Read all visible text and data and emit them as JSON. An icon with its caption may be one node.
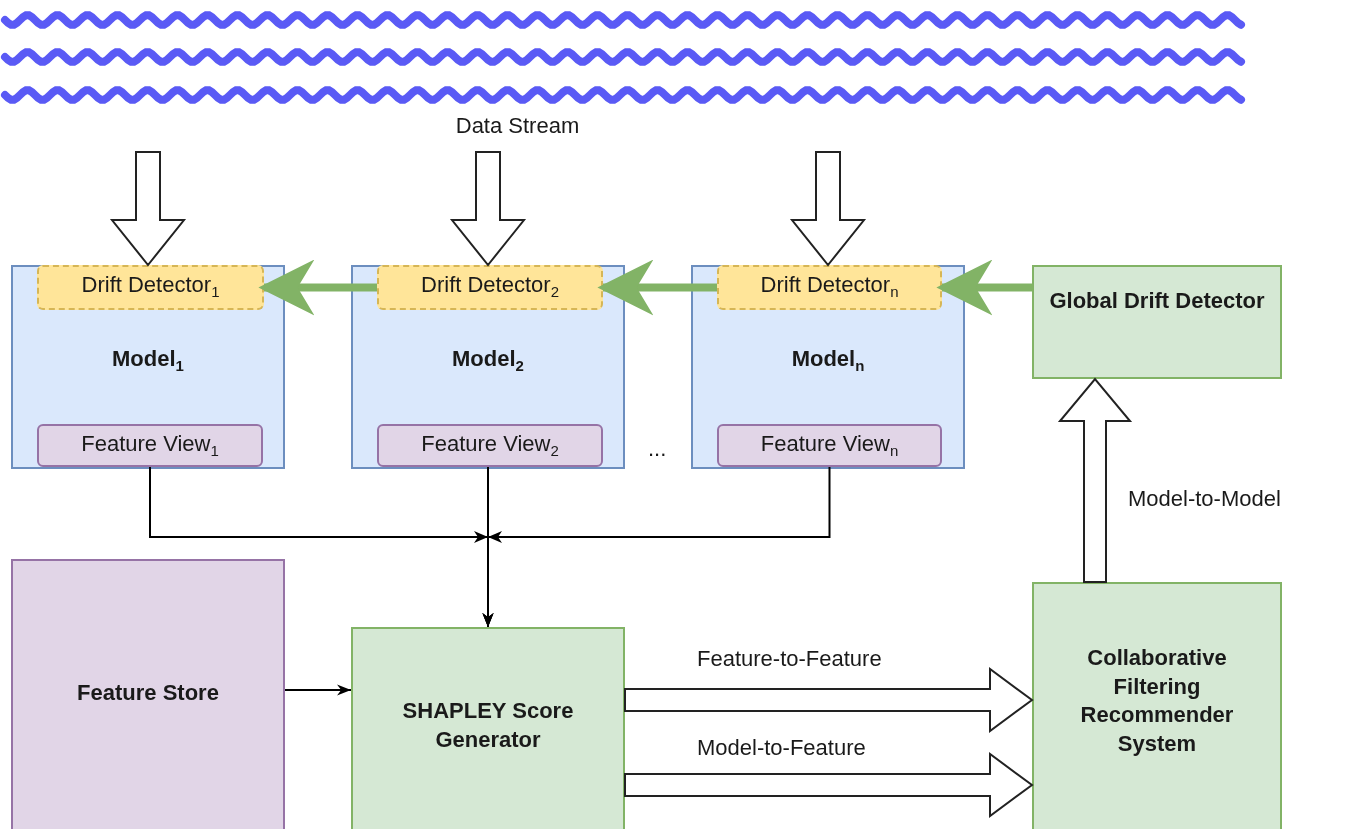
{
  "diagram": {
    "nodes": [
      {
        "text": [
          "Data Stream"
        ]
      },
      {
        "text": [
          "Model$_{1}$"
        ]
      },
      {
        "text": [
          "Drift Detector$_{1}$"
        ],
        "in": 1
      },
      {
        "text": [
          "Feature View$_{1}$"
        ],
        "in": 1
      },
      {
        "text": [
          "Model$_{2}$"
        ]
      },
      {
        "text": [
          "Drift Detector$_{2}$"
        ],
        "in": 4
      },
      {
        "text": [
          "Feature View$_{2}$"
        ],
        "in": 4
      },
      {
        "text": [
          "Model$_{n}$"
        ]
      },
      {
        "text": [
          "Drift Detector$_{n}$"
        ],
        "in": 7
      },
      {
        "text": [
          "Feature View$_{n}$"
        ],
        "in": 7
      },
      {
        "text": [
          "Global Drift Detector"
        ]
      },
      {
        "text": [
          "Feature Store"
        ]
      },
      {
        "text": [
          "SHAPLEY Score Generator"
        ]
      },
      {
        "text": [
          "Collaborative Filtering Recommender System"
        ]
      }
    ],
    "edges": [
      {
        "from": 0,
        "to": 1,
        "arrow": "to",
        "style": "thick"
      },
      {
        "from": 0,
        "to": 4,
        "arrow": "to",
        "style": "thick"
      },
      {
        "from": 0,
        "to": 7,
        "arrow": "to",
        "style": "thick"
      },
      {
        "from": 10,
        "to": 8,
        "arrow": "to",
        "style": "thick",
        "color": "#82b366"
      },
      {
        "from": 8,
        "to": 5,
        "arrow": "to",
        "style": "thick",
        "color": "#82b366"
      },
      {
        "from": 5,
        "to": 2,
        "arrow": "to",
        "style": "thick",
        "color": "#82b366"
      },
      {
        "from": 3,
        "to": 12,
        "arrow": "to"
      },
      {
        "from": 6,
        "to": 12,
        "arrow": "to"
      },
      {
        "from": 9,
        "to": 12,
        "arrow": "to"
      },
      {
        "from": 11,
        "to": 12,
        "arrow": "to"
      },
      {
        "from": 12,
        "to": 13,
        "arrow": "to",
        "style": "thick",
        "label": "Feature-to-Feature"
      },
      {
        "from": 12,
        "to": 13,
        "arrow": "to",
        "style": "thick",
        "label": "Model-to-Feature"
      },
      {
        "from": 13,
        "to": 10,
        "arrow": "to",
        "style": "thick",
        "label": "Model-to-Model"
      }
    ],
    "labels": [
      "..."
    ]
  }
}
